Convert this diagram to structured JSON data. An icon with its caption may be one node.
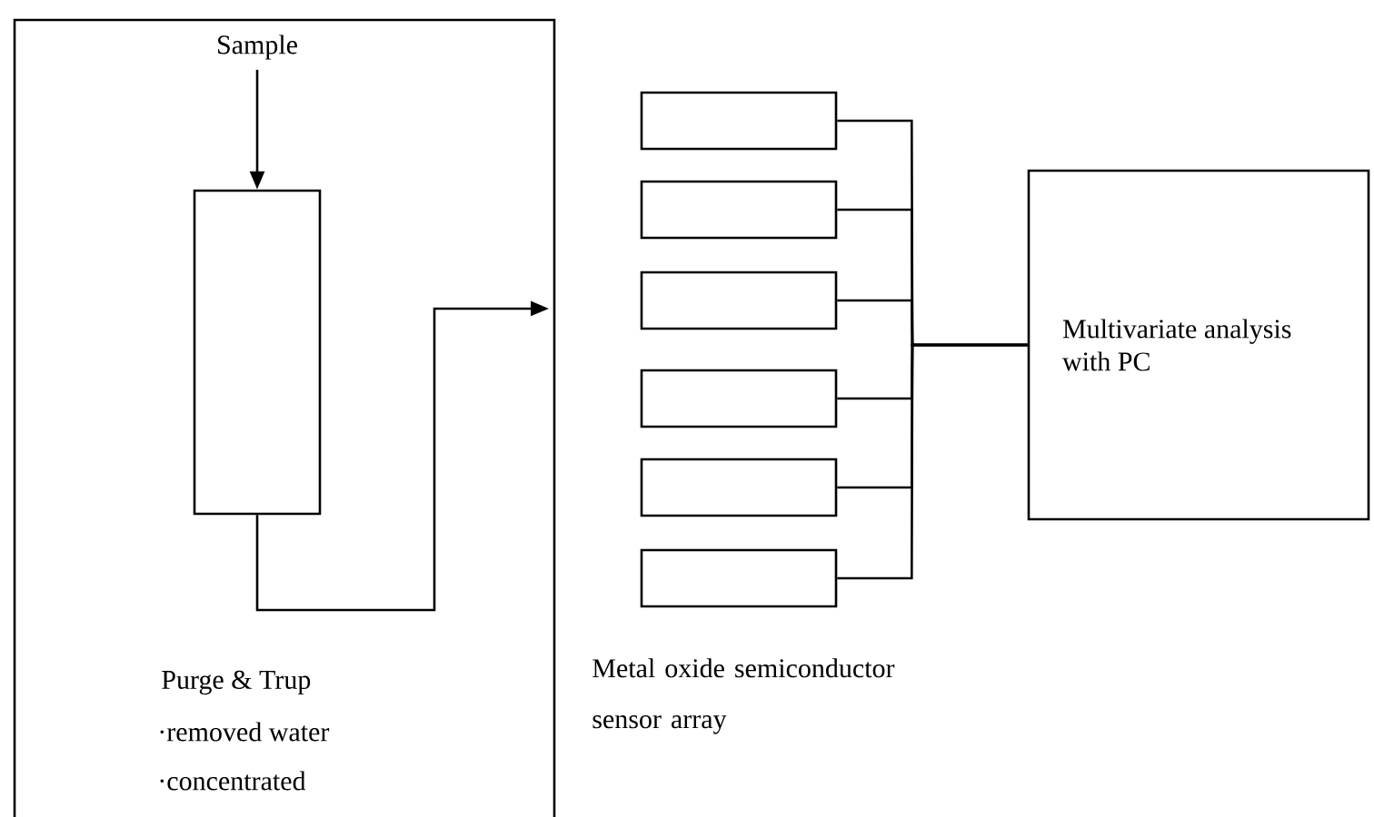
{
  "diagram": {
    "nodes": [
      {
        "text": [
          "Purge & Trup",
          "·removed water",
          "·concentrated"
        ]
      },
      {
        "text": [
          "Sample"
        ],
        "in": 0
      },
      {
        "text": [],
        "shape": "box",
        "in": 0
      },
      {
        "text": [],
        "shape": "box"
      },
      {
        "text": [],
        "shape": "box"
      },
      {
        "text": [],
        "shape": "box"
      },
      {
        "text": [],
        "shape": "box"
      },
      {
        "text": [],
        "shape": "box"
      },
      {
        "text": [],
        "shape": "box"
      },
      {
        "text": [
          "Multivariate analysis with PC"
        ]
      }
    ],
    "edges": [
      {
        "from": 1,
        "to": 2,
        "arrow": "to"
      },
      {
        "from": 2,
        "to": null,
        "arrow": "to"
      },
      {
        "from": 3,
        "to": 9,
        "arrow": "none"
      },
      {
        "from": 4,
        "to": 9,
        "arrow": "none"
      },
      {
        "from": 5,
        "to": 9,
        "arrow": "none"
      },
      {
        "from": 6,
        "to": 9,
        "arrow": "none"
      },
      {
        "from": 7,
        "to": 9,
        "arrow": "none"
      },
      {
        "from": 8,
        "to": 9,
        "arrow": "none"
      }
    ],
    "labels": [
      "Metal oxide semiconductor sensor array"
    ]
  }
}
